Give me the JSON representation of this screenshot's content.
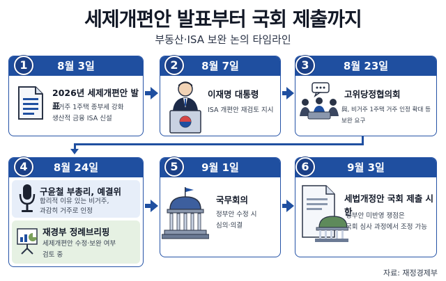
{
  "header": {
    "title": "세제개편안 발표부터 국회 제출까지",
    "subtitle": "부동산·ISA 보완 논의 타임라인"
  },
  "steps": [
    {
      "num": "1",
      "date": "8월 3일",
      "title": "2026년 세제개편안 발표",
      "desc": [
        "비거주 1주택 종부세 강화",
        "생산적 금융 ISA 신설"
      ],
      "icon": "document-icon"
    },
    {
      "num": "2",
      "date": "8월 7일",
      "title": "이재명 대통령",
      "desc": [
        "ISA 개편안 재검토 지시"
      ],
      "icon": "president-podium-icon"
    },
    {
      "num": "3",
      "date": "8월 23일",
      "title": "고위당정협의회",
      "desc": [
        "與, 비거주 1주택 거주 인정 확대 등",
        "보완 요구"
      ],
      "icon": "meeting-icon"
    },
    {
      "num": "4",
      "date": "8월 24일",
      "entries": [
        {
          "title": "구윤철 부총리, 예결위",
          "desc": [
            "합리적 이유 있는 비거주,",
            "과감히 거주로 인정"
          ],
          "icon": "microphone-icon"
        },
        {
          "title": "재경부 정례브리핑",
          "desc": [
            "세제개편안 수정·보완 여부",
            "검토 중"
          ],
          "icon": "presentation-icon"
        }
      ]
    },
    {
      "num": "5",
      "date": "9월 1일",
      "title": "국무회의",
      "desc": [
        "정부안 수정 시",
        "심의·의결"
      ],
      "icon": "government-building-icon"
    },
    {
      "num": "6",
      "date": "9월 3일",
      "title": "세법개정안 국회 제출 시한",
      "desc": [
        "정부안 미반영 쟁점은",
        "국회 심사 과정에서 조정 가능"
      ],
      "icon": "document-assembly-icon"
    }
  ],
  "source": "자료: 재정경제부",
  "colors": {
    "accent": "#1f4fa0",
    "dark": "#1b3f86",
    "light_blue": "#e7eef9",
    "light_green": "#e6f1e3"
  }
}
